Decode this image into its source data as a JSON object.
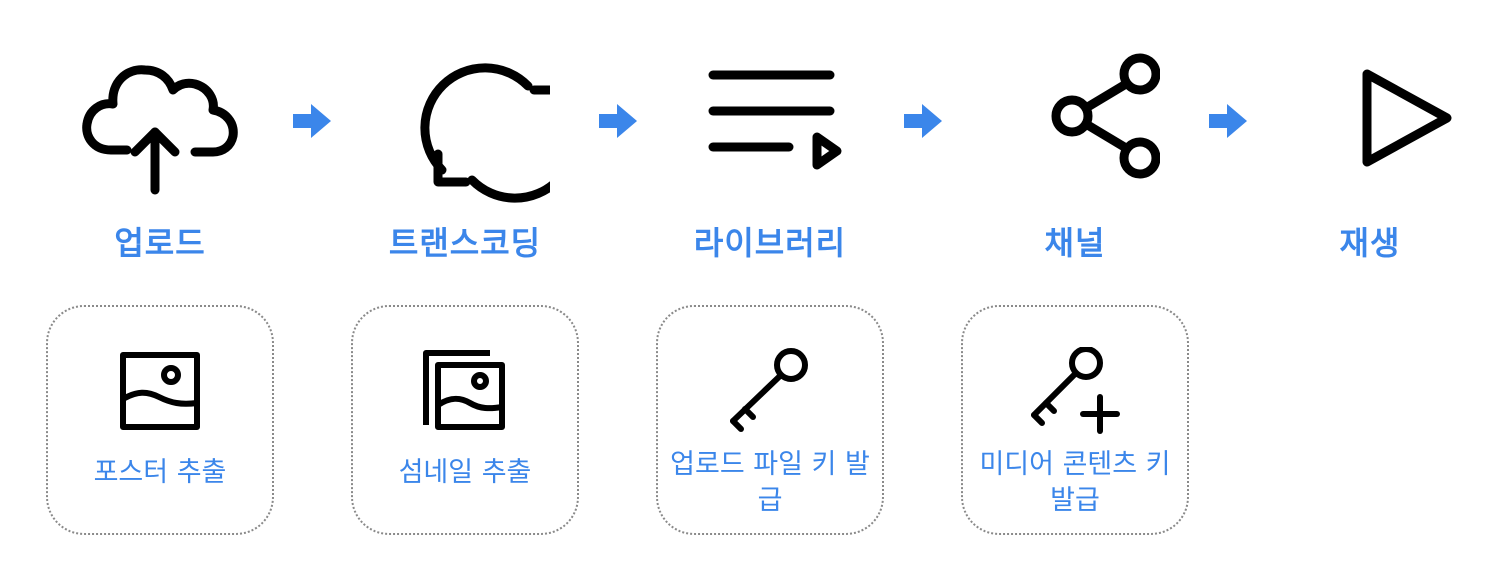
{
  "steps": [
    {
      "label": "업로드",
      "icon": "cloud-upload-icon"
    },
    {
      "label": "트랜스코딩",
      "icon": "sync-icon"
    },
    {
      "label": "라이브러리",
      "icon": "playlist-icon"
    },
    {
      "label": "채널",
      "icon": "share-icon"
    },
    {
      "label": "재생",
      "icon": "play-icon"
    }
  ],
  "sub_steps": [
    {
      "label": "포스터 추출",
      "icon": "image-icon"
    },
    {
      "label": "섬네일 추출",
      "icon": "images-stack-icon"
    },
    {
      "label": "업로드 파일 키 발급",
      "icon": "key-icon"
    },
    {
      "label": "미디어 콘텐츠 키 발급",
      "icon": "key-add-icon"
    }
  ],
  "colors": {
    "accent": "#3b86ea",
    "icon": "#000000",
    "border": "#8a8a8a"
  }
}
